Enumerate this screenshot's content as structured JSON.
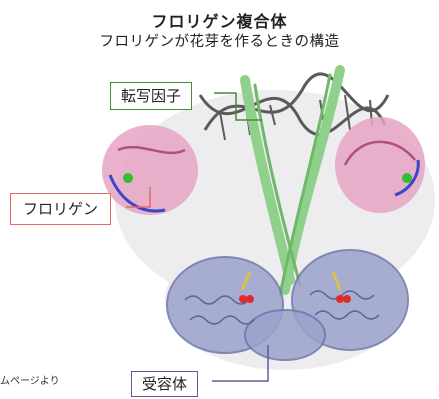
{
  "title": "フロリゲン複合体",
  "subtitle": "フロリゲンが花芽を作るときの構造",
  "labels": {
    "transcription_factor": "転写因子",
    "florigen": "フロリゲン",
    "receptor": "受容体"
  },
  "source_note": "ムページより",
  "colors": {
    "dna": "#5a5a5a",
    "transcription_factor": "#8fd08a",
    "florigen": "#e6a3c3",
    "receptor": "#9aa3cc",
    "surface": "#d8d8dc",
    "leader_tf": "#4b8a3c",
    "leader_florigen": "#e06a6a",
    "leader_receptor": "#5b5e9c"
  }
}
